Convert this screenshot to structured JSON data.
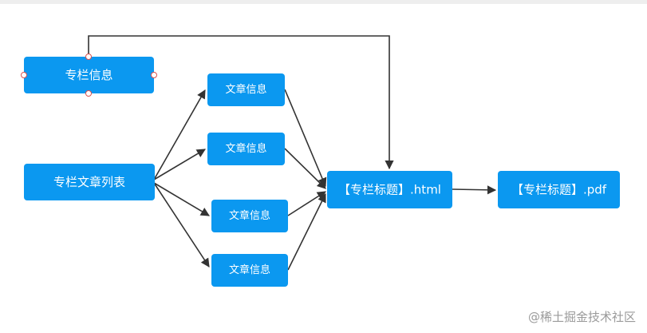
{
  "colors": {
    "node_fill": "#0b98f0",
    "node_text": "#ffffff",
    "edge": "#333333",
    "watermark": "#9a9a9a",
    "top_bar": "#eeeeee"
  },
  "nodes": {
    "column_info": "专栏信息",
    "column_article_list": "专栏文章列表",
    "article_info_1": "文章信息",
    "article_info_2": "文章信息",
    "article_info_3": "文章信息",
    "article_info_4": "文章信息",
    "html_output": "【专栏标题】.html",
    "pdf_output": "【专栏标题】.pdf"
  },
  "watermark": "@稀土掘金技术社区"
}
